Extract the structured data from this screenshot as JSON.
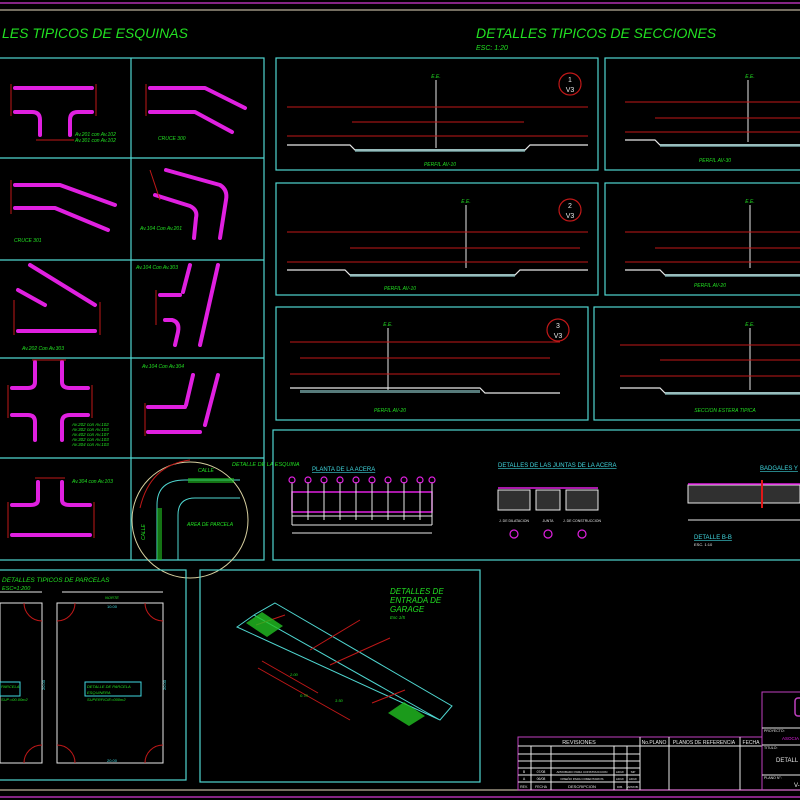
{
  "colors": {
    "background": "#000000",
    "frame": "#4fd6d0",
    "profile": "#e020e0",
    "dimension": "#c01818",
    "text": "#22e022",
    "title_cyan": "#40d8e0"
  },
  "esquinas": {
    "title": "LES TIPICOS DE ESQUINAS",
    "cells": [
      {
        "label": "Av.201 con Av.102",
        "label2": "Av.301 con Av.102"
      },
      {
        "label": "CRUCE 300"
      },
      {
        "label": "CRUCE 301"
      },
      {
        "label": "Av.104 Con Av.201"
      },
      {
        "label": "Av.202 Con Av.303"
      },
      {
        "label": "Av.104 Con Av.303"
      },
      {
        "lines": [
          "Av.202 con Av.102",
          "Av.302 con Av.103",
          "Av.402 con Av.107",
          "Av.302 con Av.103",
          "Av.304 con Av.103"
        ]
      },
      {
        "label": "Av.104 Con Av.304"
      },
      {
        "label": "Av.304 con Av.103"
      },
      {
        "title": "DETALLE DE LA ESQUINA",
        "street1": "CALLE",
        "street2": "CALLE",
        "area": "AREA DE PARCELA"
      }
    ]
  },
  "secciones": {
    "title": "DETALLES TIPICOS DE SECCIONES",
    "scale": "ESC: 1:20",
    "axis_label": "E.E.",
    "panels": [
      {
        "profile": "PERFIL AV-10",
        "ref_top": "1",
        "ref_bottom": "V3"
      },
      {
        "profile": "PERFIL AV-30"
      },
      {
        "profile": "PERFIL AV-10",
        "ref_top": "2",
        "ref_bottom": "V3"
      },
      {
        "profile": "PERFIL AV-20"
      },
      {
        "profile": "PERFIL AV-20",
        "ref_top": "3",
        "ref_bottom": "V3"
      },
      {
        "profile": "SECCION ESTERA TIPICA"
      }
    ]
  },
  "acera": {
    "planta_title": "PLANTA DE LA ACERA",
    "juntas_title": "DETALLES DE LAS JUNTAS DE LA ACERA",
    "badenes_title": "BADGALES Y",
    "detalle_title": "DETALLE B-B",
    "detalle_scale": "ESC. 1:10",
    "junta_labels": [
      "J. DE DILATACION",
      "JUNTA",
      "J. DE CONSTRUCCION"
    ]
  },
  "parcelas": {
    "title": "DETALLES TIPICOS DE PARCELAS",
    "scale": "ESC=1:200",
    "north": "NORTE",
    "detail_label": "DETALLE DE PARCELA",
    "detail_label2": "ESQUINERA",
    "surface": "SUPERFICIE=000m2",
    "surface_left": "SUP.=00.00m2",
    "detail_label_left": "PARCELA",
    "dims": [
      "10.00",
      "20.00",
      "20.00",
      "20.00"
    ]
  },
  "garage": {
    "title_lines": [
      "DETALLES DE",
      "ENTRADA DE",
      "GARAGE"
    ],
    "scale": "Esc 1/5",
    "dims": [
      "2.00",
      "0.70",
      "3.50"
    ]
  },
  "title_block": {
    "revisions_header": "REVISIONES",
    "plano_header": "No.PLANO",
    "referencia_header": "PLANOS DE REFERENCIA",
    "fecha_header": "FECHA",
    "rows": [
      {
        "rev": "B",
        "date": "07/08",
        "desc": "APROBADO PARA CONSTRUCCION",
        "a": "ADUF",
        "b": "SIP"
      },
      {
        "rev": "A",
        "date": "06/08",
        "desc": "DISEÑO PARA COMENTARIOS",
        "a": "ADUF",
        "b": "ADUF"
      },
      {
        "rev": "REV.",
        "date": "FECHA",
        "desc": "DESCRIPCION",
        "a": "DIB.",
        "b": "APROB."
      }
    ],
    "project_label": "PROYECTO:",
    "project_value": "ASOCIA",
    "title_label": "TITULO:",
    "title_value": "DETALL",
    "plano_label": "PLANO N°:",
    "plano_value": "V-"
  }
}
